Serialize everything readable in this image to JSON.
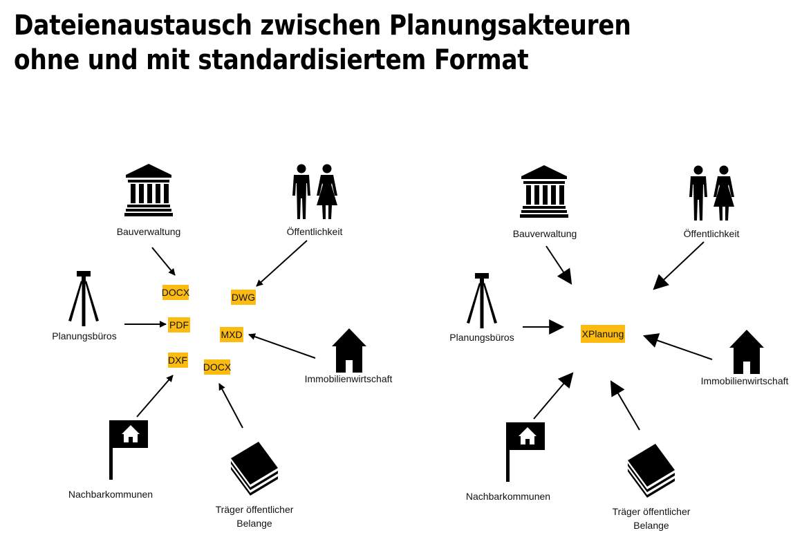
{
  "title": {
    "line1": "Dateienaustausch zwischen Planungsakteuren",
    "line2": "ohne und mit standardisiertem Format"
  },
  "colors": {
    "format_tag": "#fbbb11",
    "ink": "#000000"
  },
  "left_panel": {
    "actors": {
      "bauverwaltung": {
        "label": "Bauverwaltung",
        "icon": "government-building-icon"
      },
      "oeffentlichkeit": {
        "label": "Öffentlichkeit",
        "icon": "people-icon"
      },
      "planungsbueros": {
        "label": "Planungsbüros",
        "icon": "surveying-tripod-icon"
      },
      "immobilienwirtschaft": {
        "label": "Immobilienwirtschaft",
        "icon": "house-icon"
      },
      "nachbarkommunen": {
        "label": "Nachbarkommunen",
        "icon": "flag-icon"
      },
      "traeger_line1": "Träger öffentlicher",
      "traeger_line2": "Belange",
      "traeger_icon": "book-stack-icon"
    },
    "formats": [
      "DOCX",
      "DWG",
      "PDF",
      "MXD",
      "DXF",
      "DOCX"
    ]
  },
  "right_panel": {
    "actors": {
      "bauverwaltung": {
        "label": "Bauverwaltung",
        "icon": "government-building-icon"
      },
      "oeffentlichkeit": {
        "label": "Öffentlichkeit",
        "icon": "people-icon"
      },
      "planungsbueros": {
        "label": "Planungsbüros",
        "icon": "surveying-tripod-icon"
      },
      "immobilienwirtschaft": {
        "label": "Immobilienwirtschaft",
        "icon": "house-icon"
      },
      "nachbarkommunen": {
        "label": "Nachbarkommunen",
        "icon": "flag-icon"
      },
      "traeger_line1": "Träger öffentlicher",
      "traeger_line2": "Belange",
      "traeger_icon": "book-stack-icon"
    },
    "format": "XPlanung"
  }
}
